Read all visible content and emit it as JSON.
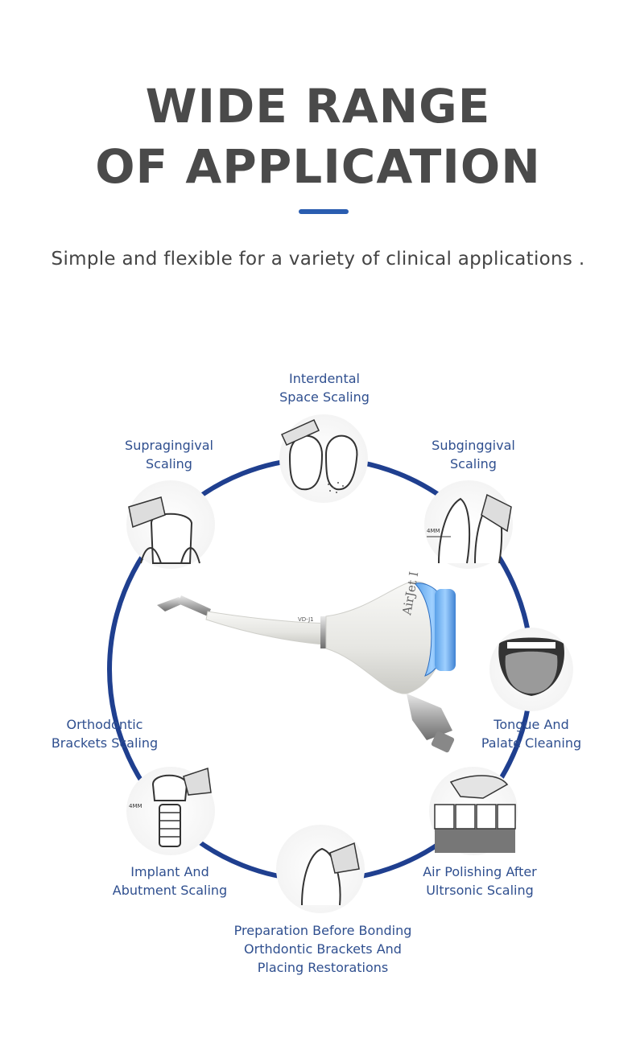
{
  "heading": {
    "line1": "WIDE RANGE",
    "line2": "OF APPLICATION"
  },
  "subtitle": "Simple and flexible for a variety of clinical applications .",
  "accent_color": "#2a5db0",
  "ring_color": "#1f3f8f",
  "device": {
    "model_text": "VD-J1",
    "brand_text": "AirJet I"
  },
  "applications": [
    {
      "icon": "interdental-teeth-icon",
      "lines": [
        "Interdental",
        "Space Scaling"
      ]
    },
    {
      "icon": "subgingival-teeth-icon",
      "lines": [
        "Subginggival",
        "Scaling"
      ]
    },
    {
      "icon": "tongue-icon",
      "lines": [
        "Tongue And",
        "Palate Cleaning"
      ]
    },
    {
      "icon": "polishing-teeth-icon",
      "lines": [
        "Air Polishing After",
        "Ultrsonic Scaling"
      ]
    },
    {
      "icon": "bracket-tooth-icon",
      "lines": [
        "Preparation Before Bonding",
        "Orthdontic Brackets And",
        "Placing Restorations"
      ]
    },
    {
      "icon": "implant-icon",
      "lines": [
        "Implant And",
        "Abutment Scaling"
      ]
    },
    {
      "icon": "orthodontic-label",
      "lines": [
        "Orthodontic",
        "Brackets Scaling"
      ]
    },
    {
      "icon": "supragingival-tooth-icon",
      "lines": [
        "Supragingival",
        "Scaling"
      ]
    }
  ],
  "depth_markers": {
    "subgingival": "4MM",
    "implant": "4MM"
  }
}
